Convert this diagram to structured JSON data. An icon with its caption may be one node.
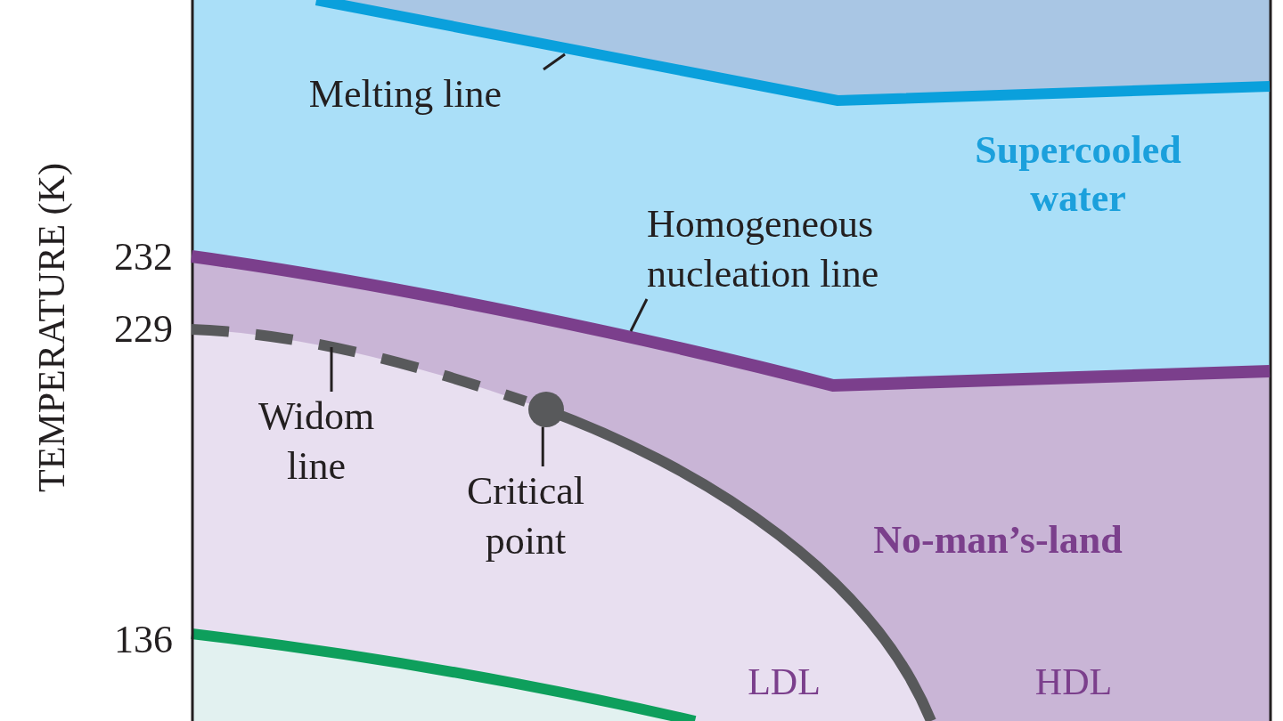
{
  "diagram": {
    "nodes": [
      {
        "text": [
          "Melting line"
        ]
      },
      {
        "text": [],
        "shape": "line"
      },
      {
        "text": [
          "Homogeneous nucleation line"
        ]
      },
      {
        "text": [],
        "shape": "line"
      },
      {
        "text": [
          "Widom line"
        ]
      },
      {
        "text": [],
        "shape": "line"
      },
      {
        "text": [
          "Critical point"
        ]
      },
      {
        "text": [],
        "shape": "circle"
      }
    ],
    "edges": [
      {
        "from": 0,
        "to": 1,
        "arrow": "none"
      },
      {
        "from": 2,
        "to": 3,
        "arrow": "none"
      },
      {
        "from": 4,
        "to": 5,
        "arrow": "none"
      },
      {
        "from": 6,
        "to": 7,
        "arrow": "none"
      }
    ],
    "labels": [
      "TEMPERATURE (K)",
      "Supercooled water",
      "232",
      "229",
      "No-man’s-land",
      "136",
      "LDL",
      "HDL"
    ]
  }
}
